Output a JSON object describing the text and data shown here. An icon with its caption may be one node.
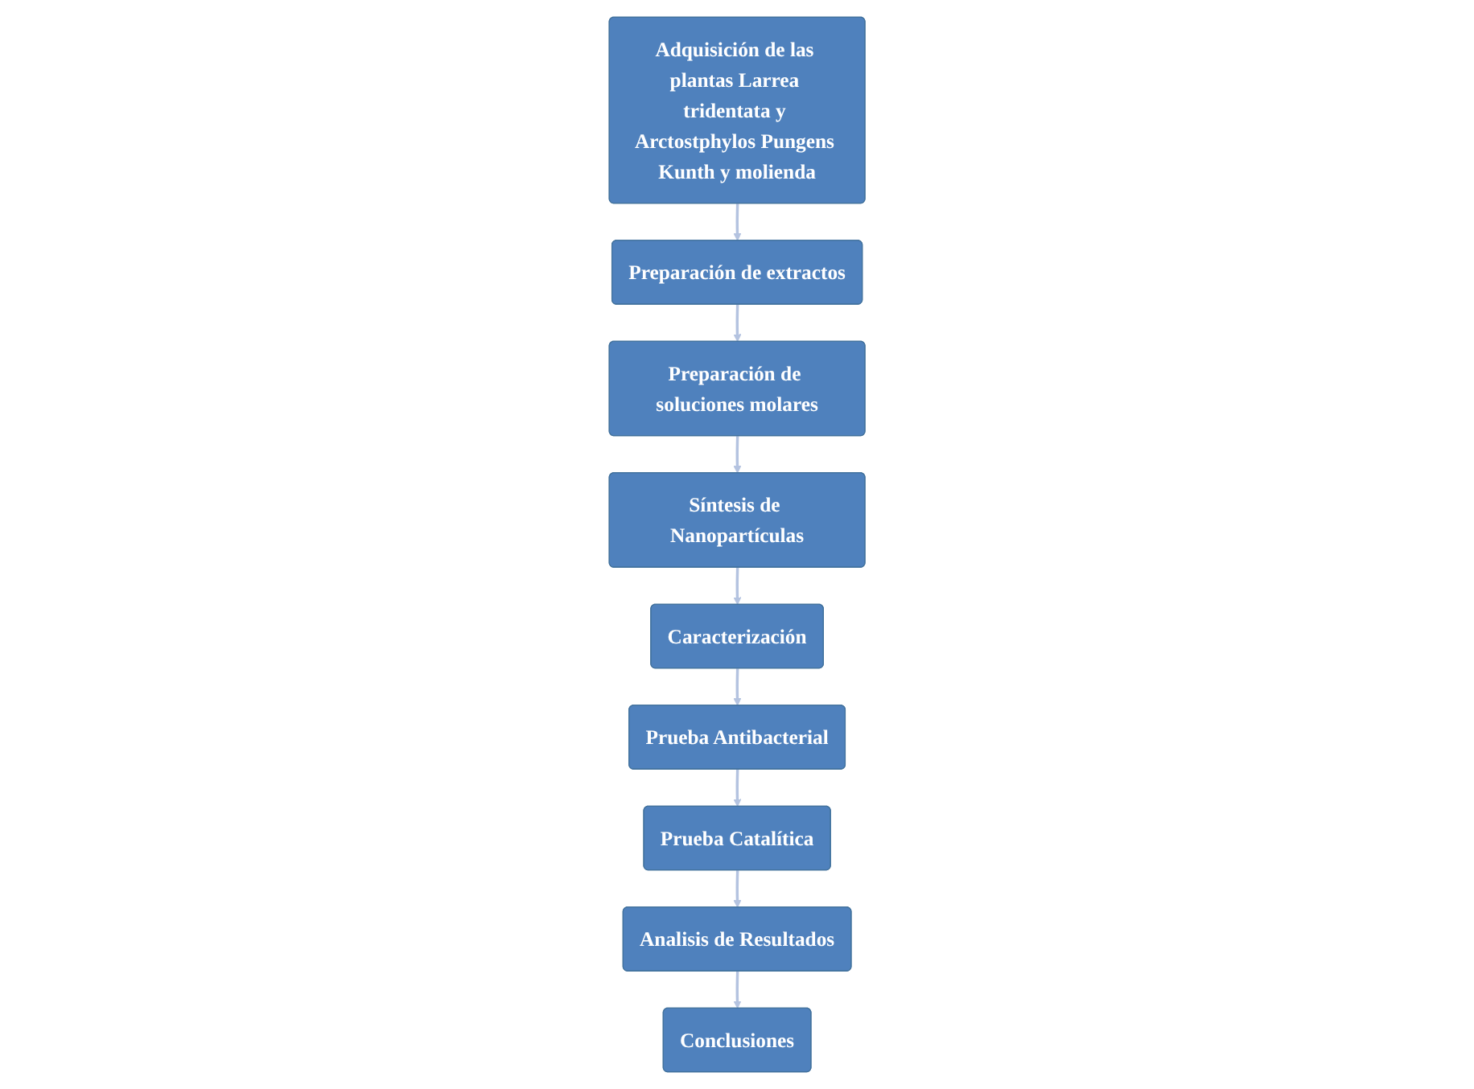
{
  "diagram": {
    "nodes": [
      {
        "text": [
          "Adquisición de las plantas Larrea tridentata y Arctostphylos Pungens Kunth y molienda"
        ]
      },
      {
        "text": [
          "Preparación de extractos"
        ]
      },
      {
        "text": [
          "Preparación de soluciones molares"
        ]
      },
      {
        "text": [
          "Síntesis de Nanopartículas"
        ]
      },
      {
        "text": [
          "Caracterización"
        ]
      },
      {
        "text": [
          "Prueba Antibacterial"
        ]
      },
      {
        "text": [
          "Prueba Catalítica"
        ]
      },
      {
        "text": [
          "Analisis de Resultados"
        ]
      },
      {
        "text": [
          "Conclusiones"
        ]
      }
    ],
    "edges": [
      {
        "from": 0,
        "to": 1,
        "arrow": "to"
      },
      {
        "from": 1,
        "to": 2,
        "arrow": "to"
      },
      {
        "from": 2,
        "to": 3,
        "arrow": "to"
      },
      {
        "from": 3,
        "to": 4,
        "arrow": "to"
      },
      {
        "from": 4,
        "to": 5,
        "arrow": "to"
      },
      {
        "from": 5,
        "to": 6,
        "arrow": "to"
      },
      {
        "from": 6,
        "to": 7,
        "arrow": "to"
      },
      {
        "from": 7,
        "to": 8,
        "arrow": "to"
      }
    ]
  }
}
